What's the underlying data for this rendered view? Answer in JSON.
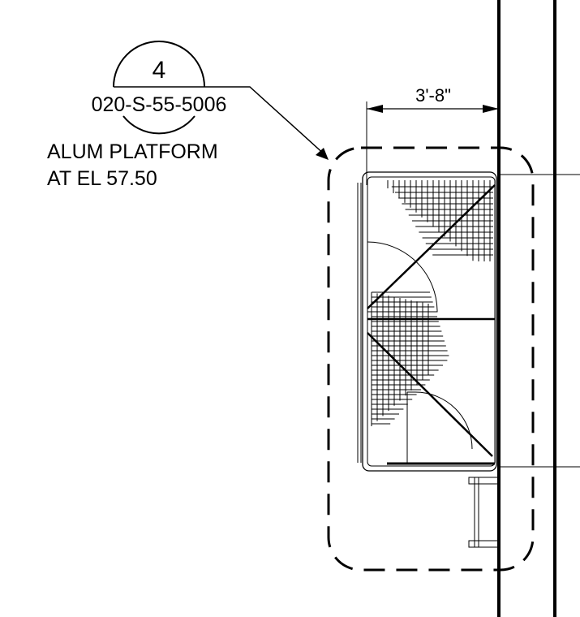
{
  "callout": {
    "detail_number": "4",
    "sheet_reference": "020-S-55-5006"
  },
  "note": {
    "line1": "ALUM PLATFORM",
    "line2": "AT EL 57.50"
  },
  "dimension": {
    "label": "3'-8\""
  }
}
